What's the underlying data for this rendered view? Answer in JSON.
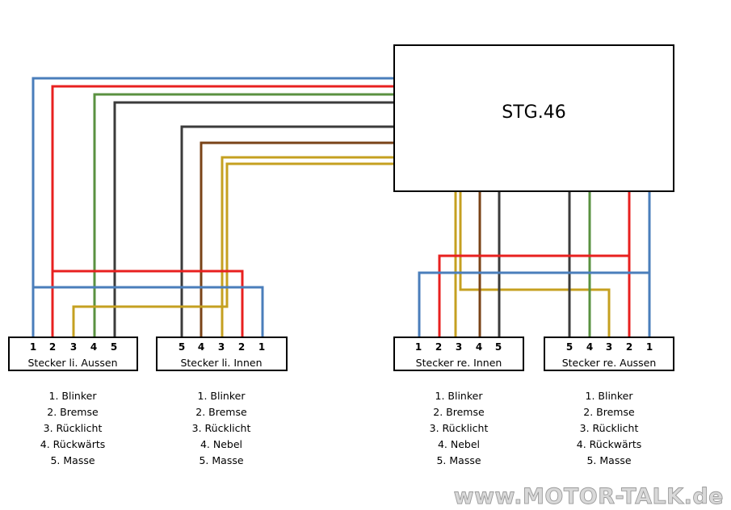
{
  "module": {
    "label": "STG.46"
  },
  "colors": {
    "blue": "#4a7ebb",
    "red": "#e8201f",
    "green": "#5a9140",
    "black": "#3b3b3b",
    "brown": "#7a4317",
    "yellow": "#c5a020"
  },
  "connectors": [
    {
      "id": "li-aussen",
      "label": "Stecker li. Aussen",
      "pins": [
        "1",
        "2",
        "3",
        "4",
        "5"
      ],
      "legend": [
        "1. Blinker",
        "2. Bremse",
        "3. Rücklicht",
        "4. Rückwärts",
        "5. Masse"
      ]
    },
    {
      "id": "li-innen",
      "label": "Stecker li. Innen",
      "pins": [
        "5",
        "4",
        "3",
        "2",
        "1"
      ],
      "legend": [
        "1. Blinker",
        "2. Bremse",
        "3. Rücklicht",
        "4. Nebel",
        "5. Masse"
      ]
    },
    {
      "id": "re-innen",
      "label": "Stecker re. Innen",
      "pins": [
        "1",
        "2",
        "3",
        "4",
        "5"
      ],
      "legend": [
        "1. Blinker",
        "2. Bremse",
        "3. Rücklicht",
        "4. Nebel",
        "5. Masse"
      ]
    },
    {
      "id": "re-aussen",
      "label": "Stecker re. Aussen",
      "pins": [
        "5",
        "4",
        "3",
        "2",
        "1"
      ],
      "legend": [
        "1. Blinker",
        "2. Bremse",
        "3. Rücklicht",
        "4. Rückwärts",
        "5. Masse"
      ]
    }
  ],
  "watermark": "www.MOTOR-TALK.de"
}
